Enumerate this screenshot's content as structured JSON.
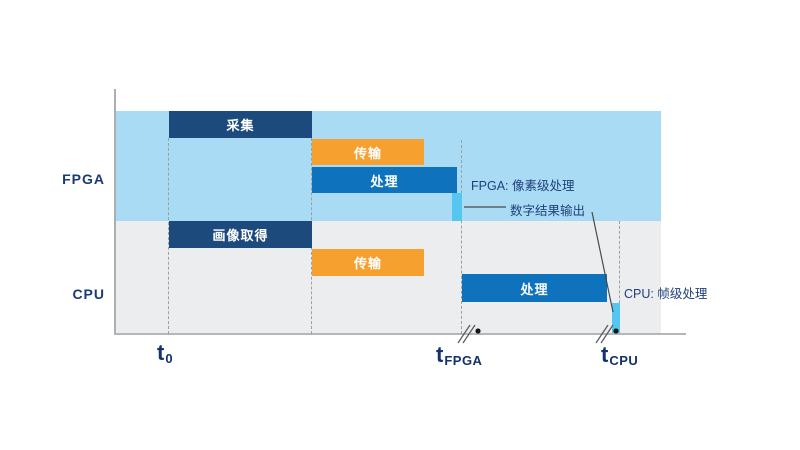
{
  "diagram": {
    "lanes": [
      {
        "label": "FPGA",
        "note": "FPGA: 像素级处理",
        "bars": [
          {
            "label": "采集",
            "phase": "acquisition",
            "color": "#1c4a7c",
            "start": "t0_minus_frame",
            "end": "mid"
          },
          {
            "label": "传输",
            "phase": "transfer",
            "color": "#f5a02f",
            "start": "mid",
            "end": "transfer_end"
          },
          {
            "label": "处理",
            "phase": "processing",
            "color": "#0f72bc",
            "start": "mid",
            "end": "t_fpga"
          },
          {
            "label": "",
            "phase": "digital-result-output",
            "color": "#54c6ef",
            "at": "t_fpga"
          }
        ]
      },
      {
        "label": "CPU",
        "note": "CPU: 帧级处理",
        "bars": [
          {
            "label": "画像取得",
            "phase": "acquisition",
            "color": "#1c4a7c",
            "start": "t0_minus_frame",
            "end": "mid"
          },
          {
            "label": "传输",
            "phase": "transfer",
            "color": "#f5a02f",
            "start": "mid",
            "end": "transfer_end"
          },
          {
            "label": "处理",
            "phase": "processing",
            "color": "#0f72bc",
            "start": "t_fpga",
            "end": "process_end"
          },
          {
            "label": "",
            "phase": "digital-result-output",
            "color": "#54c6ef",
            "at": "t_cpu"
          }
        ]
      }
    ],
    "output_note": "数字结果输出",
    "axis": {
      "t0": {
        "base": "t",
        "sub": "0"
      },
      "t_fpga": {
        "base": "t",
        "sub": "FPGA"
      },
      "t_cpu": {
        "base": "t",
        "sub": "CPU"
      }
    },
    "colors": {
      "fpga_band": "#a9dbf4",
      "cpu_band": "#ecedef",
      "bar_navy": "#1c4a7c",
      "bar_orange": "#f5a02f",
      "bar_blue": "#0f72bc",
      "bar_cyan": "#54c6ef",
      "text_navy": "#12316e",
      "axis_gray": "#b6b6b9"
    }
  }
}
